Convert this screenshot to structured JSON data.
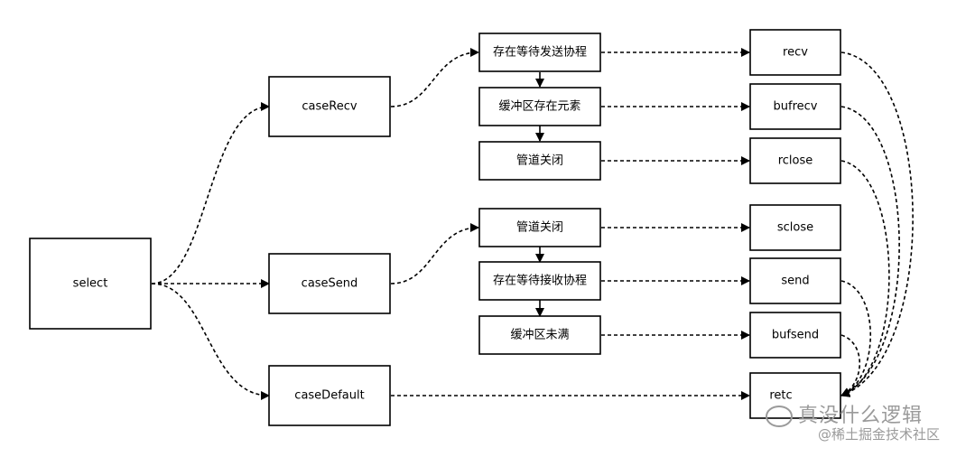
{
  "nodes": {
    "select": "select",
    "caseRecv": "caseRecv",
    "caseSend": "caseSend",
    "caseDefault": "caseDefault",
    "recv_wait": "存在等待发送协程",
    "recv_buf": "缓冲区存在元素",
    "recv_closed": "管道关闭",
    "send_closed": "管道关闭",
    "send_wait": "存在等待接收协程",
    "send_buf": "缓冲区未满",
    "recv": "recv",
    "bufrecv": "bufrecv",
    "rclose": "rclose",
    "sclose": "sclose",
    "send": "send",
    "bufsend": "bufsend",
    "retc": "retc"
  },
  "watermark": {
    "line1": "真没什么逻辑",
    "line2": "@稀土掘金技术社区"
  }
}
